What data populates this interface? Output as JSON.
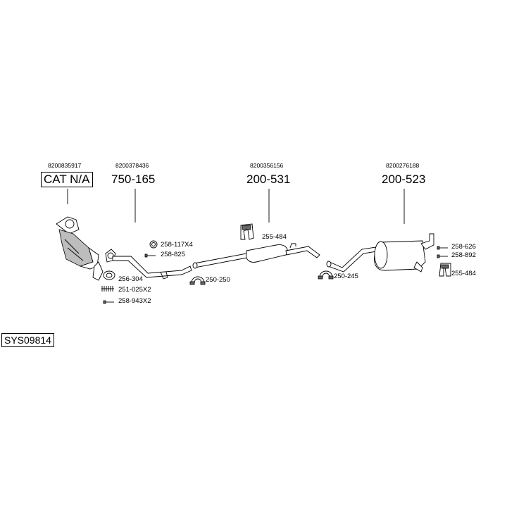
{
  "sections": [
    {
      "oem": "8200835917",
      "part": "CAT N/A"
    },
    {
      "oem": "8200378436",
      "part": "750-165"
    },
    {
      "oem": "8200356156",
      "part": "200-531"
    },
    {
      "oem": "8200276188",
      "part": "200-523"
    }
  ],
  "hardware": [
    {
      "label": "258-117X4",
      "icon": "ring-gasket-icon"
    },
    {
      "label": "258-825",
      "icon": "bolt-icon"
    },
    {
      "label": "256-304",
      "icon": "gasket-ring-icon"
    },
    {
      "label": "251-025X2",
      "icon": "spring-icon"
    },
    {
      "label": "258-943X2",
      "icon": "bolt-icon"
    },
    {
      "label": "250-250",
      "icon": "clamp-icon"
    },
    {
      "label": "255-484",
      "icon": "rubber-hanger-icon"
    },
    {
      "label": "250-245",
      "icon": "clamp-icon"
    },
    {
      "label": "258-626",
      "icon": "bolt-icon"
    },
    {
      "label": "258-892",
      "icon": "bolt-icon"
    },
    {
      "label": "255-484",
      "icon": "rubber-hanger-icon"
    }
  ],
  "system_code": "SYS09814"
}
